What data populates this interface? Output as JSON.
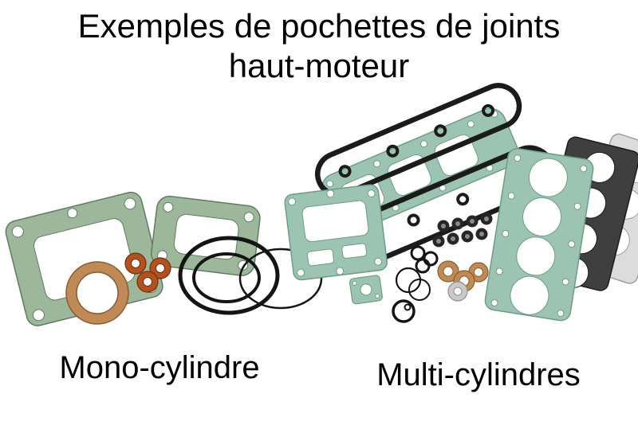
{
  "title": {
    "line1": "Exemples de pochettes de joints",
    "line2": "haut-moteur"
  },
  "groups": {
    "mono": {
      "label": "Mono-cylindre"
    },
    "multi": {
      "label": "Multi-cylindres"
    }
  },
  "colors": {
    "background": "#ffffff",
    "text": "#000000",
    "gasket_green": "#9db79b",
    "gasket_teal": "#9cc4b2",
    "gasket_teal_dark_edge": "#6e9c8a",
    "gasket_green_dark_edge": "#5f7d5e",
    "copper": "#c08a55",
    "washer_orange": "#b5511d",
    "rubber_black": "#141414",
    "dark_gasket": "#3f3f3f",
    "grey_gasket": "#dcdcdc"
  }
}
